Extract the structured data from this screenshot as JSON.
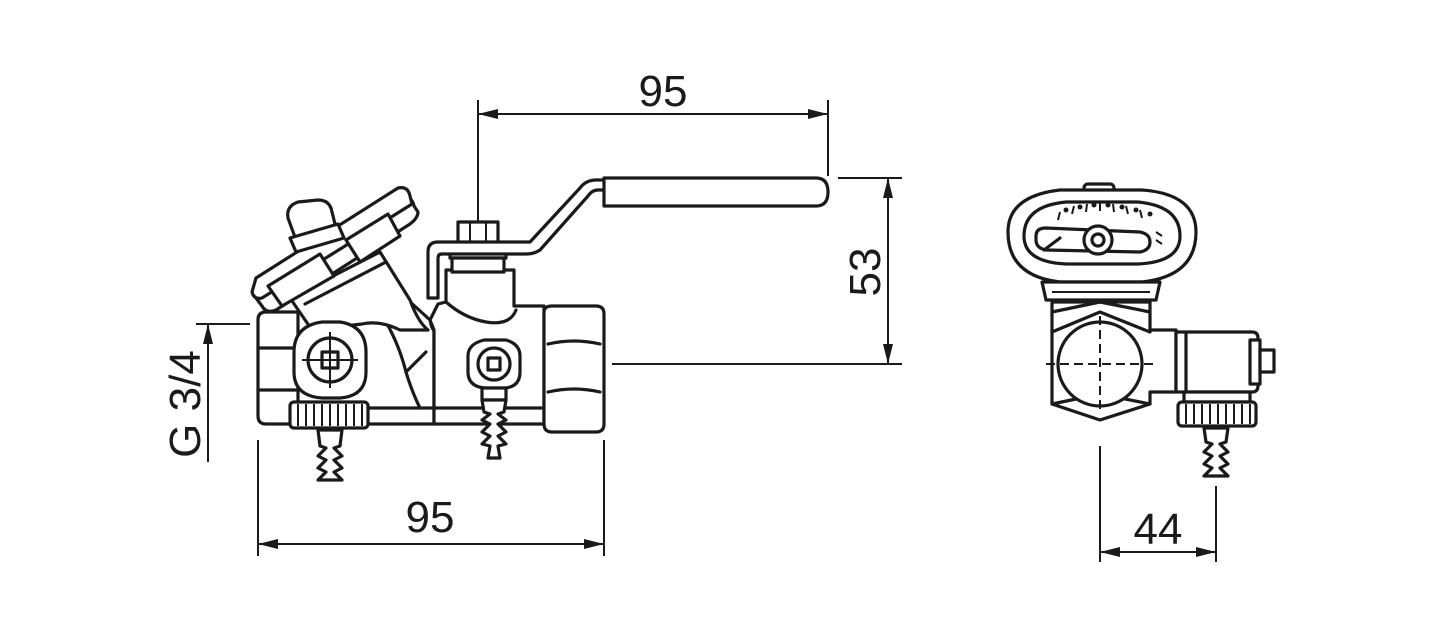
{
  "dimensions": {
    "lever_length": "95",
    "body_length": "95",
    "lever_height": "53",
    "thread_size": "G 3/4",
    "side_width": "44"
  },
  "colors": {
    "line": "#1a1a1a",
    "background": "#ffffff"
  }
}
